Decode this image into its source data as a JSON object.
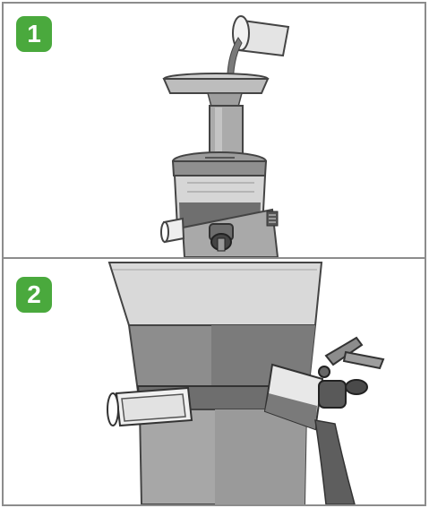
{
  "steps": [
    {
      "number": "1"
    },
    {
      "number": "2"
    }
  ],
  "colors": {
    "badge": "#4aa93d",
    "frame": "#8c8c8c",
    "juice": "#6a6a6a",
    "body": "#a9a9a9"
  },
  "icons": [
    "juicer",
    "pouring-cup",
    "hopper",
    "juice-container",
    "cap-spout",
    "pulp-outlet"
  ]
}
